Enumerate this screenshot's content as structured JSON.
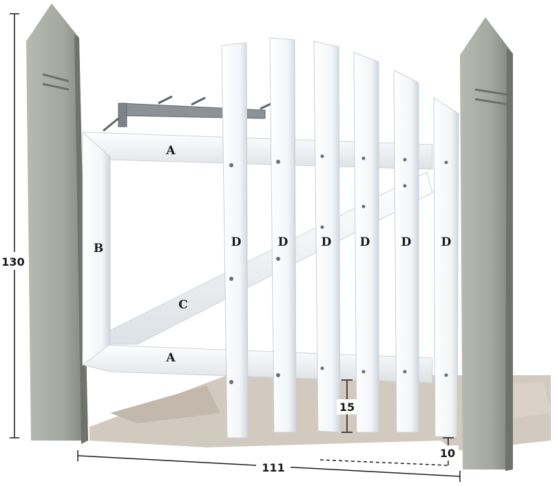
{
  "part_labels": {
    "rail_top": "A",
    "rail_bottom": "A",
    "stile": "B",
    "brace": "C",
    "picket": "D"
  },
  "dimensions": {
    "height": "130",
    "width": "111",
    "picket_ground_gap": "15",
    "post_gap": "10"
  },
  "colors": {
    "post": "#a9aca4",
    "post_shade": "#6f736b",
    "wood": "#ffffff",
    "wood_shade": "#cfd6dc",
    "shadow": "#c9bfb2",
    "hinge": "#8c9296",
    "text": "#1a1a1a"
  }
}
